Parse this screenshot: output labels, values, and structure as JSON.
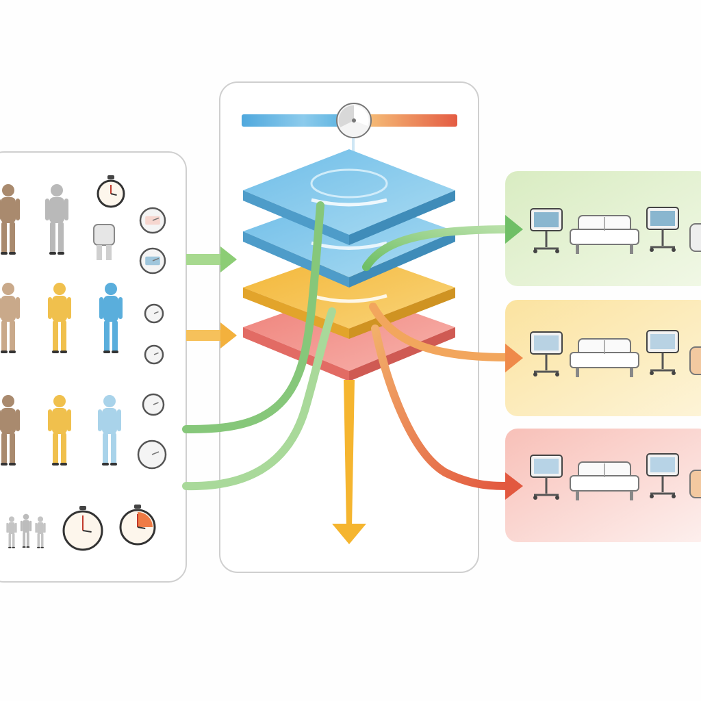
{
  "colors": {
    "cool_blue": "#5db3e0",
    "warm_orange": "#f0a64a",
    "hot_red": "#e45c43",
    "green_route": "#7fc56f",
    "yellow_route": "#f5b52f",
    "orange_route": "#ef8a4a",
    "red_route": "#e2583f",
    "panel_border": "#cfcfcf",
    "layer_blue": "#8ccbec",
    "layer_yellow": "#f6c24f",
    "layer_red": "#f39a93",
    "skin_brown": "#a98a6e",
    "grey_figure": "#b9b9b9",
    "yellow_figure": "#f0c04d",
    "blue_figure": "#5aaedc",
    "light_blue_figure": "#a9d3ea"
  },
  "input_panel": {
    "rows": [
      {
        "figures": [
          "brown-person",
          "grey-person",
          "stopwatch",
          "robot"
        ],
        "gauges": [
          "red-tag-gauge",
          "blue-screen-gauge"
        ]
      },
      {
        "figures": [
          "tan-person",
          "yellow-person",
          "blue-person"
        ],
        "gauges": [
          "grey-gauge",
          "grey-gauge"
        ]
      },
      {
        "figures": [
          "brown-person",
          "yellow-person",
          "light-blue-person"
        ],
        "gauges": [
          "grey-gauge",
          "grey-gauge"
        ]
      },
      {
        "figures": [
          "group-of-people",
          "stopwatch",
          "stopwatch-orange"
        ],
        "gauges": []
      }
    ]
  },
  "classifier": {
    "scale": {
      "left_color": "blue",
      "right_color": "orange-red",
      "knob": "dial-knob"
    },
    "layers": [
      "blue-layer",
      "blue-layer",
      "yellow-layer",
      "red-layer"
    ]
  },
  "outputs": [
    {
      "band": "green",
      "items": [
        "monitor-cart",
        "sofa",
        "monitor-cart",
        "partial-item"
      ]
    },
    {
      "band": "yellow",
      "items": [
        "monitor-cart",
        "sofa",
        "monitor-cart",
        "partial-item"
      ]
    },
    {
      "band": "red",
      "items": [
        "monitor-cart",
        "sofa",
        "monitor-cart",
        "partial-item"
      ]
    }
  ]
}
